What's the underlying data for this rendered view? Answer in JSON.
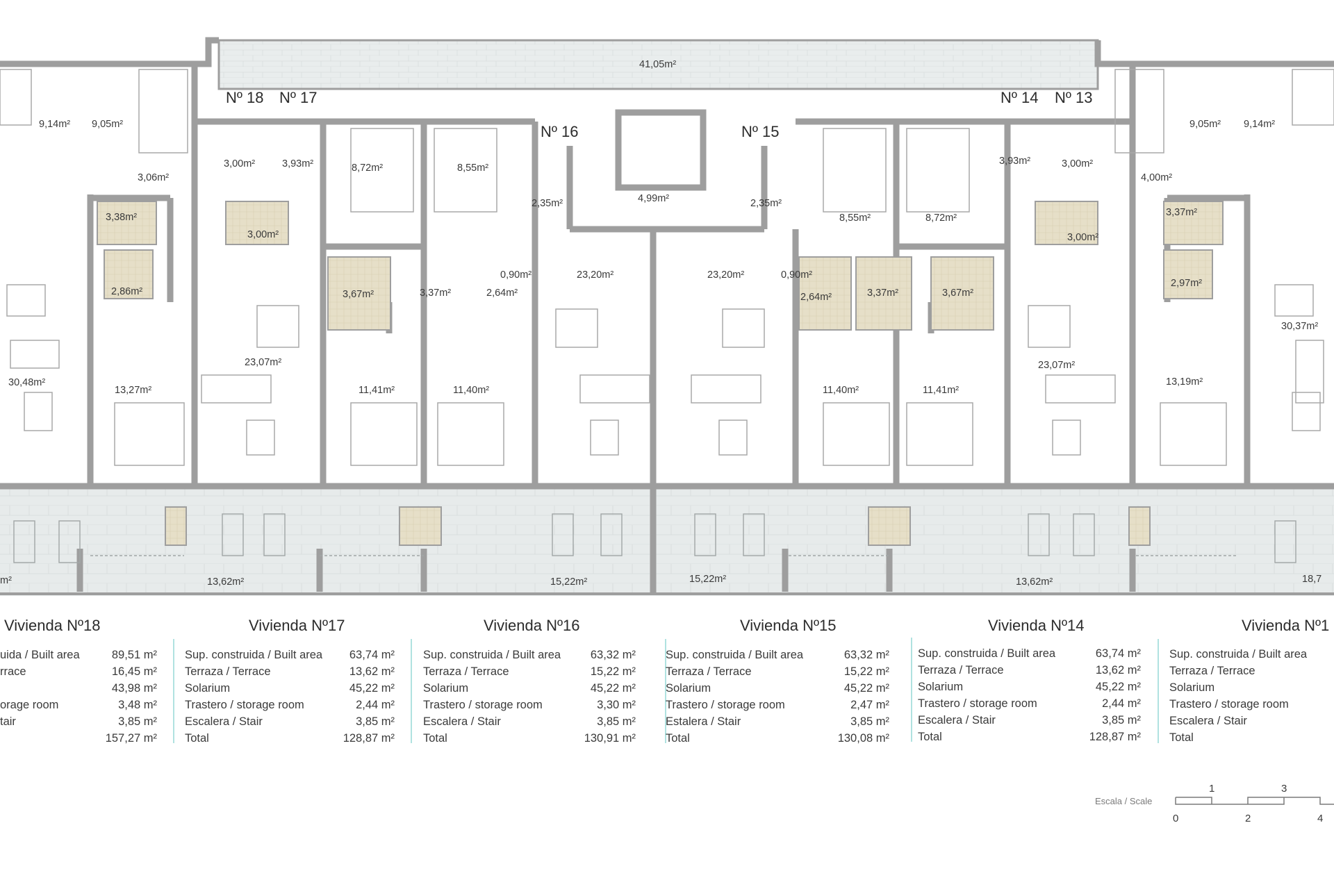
{
  "plan": {
    "solarium_top_area": "41,05m²",
    "unit_tags": [
      "Nº 18",
      "Nº 17",
      "Nº 16",
      "Nº 15",
      "Nº 14",
      "Nº 13"
    ],
    "room_areas": [
      "9,14m²",
      "9,05m²",
      "3,06m²",
      "3,00m²",
      "3,93m²",
      "3,38m²",
      "2,86m²",
      "30,48m²",
      "13,27m²",
      "3,00m²",
      "23,07m²",
      "8,72m²",
      "8,55m²",
      "3,67m²",
      "3,37m²",
      "2,64m²",
      "11,41m²",
      "11,40m²",
      "2,35m²",
      "0,90m²",
      "4,99m²",
      "23,20m²",
      "23,20m²",
      "2,35m²",
      "0,90m²",
      "8,55m²",
      "8,72m²",
      "2,64m²",
      "3,37m²",
      "3,67m²",
      "11,40m²",
      "11,41m²",
      "3,93m²",
      "3,00m²",
      "3,00m²",
      "23,07m²",
      "9,05m²",
      "9,14m²",
      "4,00m²",
      "3,37m²",
      "2,97m²",
      "30,37m²",
      "13,19m²"
    ],
    "terrace_areas": [
      "m²",
      "13,62m²",
      "15,22m²",
      "15,22m²",
      "13,62m²",
      "18,7"
    ]
  },
  "units": [
    {
      "title": "Vivienda Nº18",
      "rows": [
        {
          "label": "uida / Built area",
          "value": "89,51 m²"
        },
        {
          "label": "rrace",
          "value": "16,45 m²"
        },
        {
          "label": "",
          "value": "43,98 m²"
        },
        {
          "label": "orage room",
          "value": "3,48 m²"
        },
        {
          "label": "tair",
          "value": "3,85 m²"
        },
        {
          "label": "",
          "value": "157,27 m²"
        }
      ]
    },
    {
      "title": "Vivienda Nº17",
      "rows": [
        {
          "label": "Sup. construida / Built area",
          "value": "63,74 m²"
        },
        {
          "label": "Terraza / Terrace",
          "value": "13,62 m²"
        },
        {
          "label": "Solarium",
          "value": "45,22 m²"
        },
        {
          "label": "Trastero / storage room",
          "value": "2,44 m²"
        },
        {
          "label": "Escalera / Stair",
          "value": "3,85 m²"
        },
        {
          "label": "Total",
          "value": "128,87 m²"
        }
      ]
    },
    {
      "title": "Vivienda Nº16",
      "rows": [
        {
          "label": "Sup. construida / Built area",
          "value": "63,32 m²"
        },
        {
          "label": "Terraza / Terrace",
          "value": "15,22 m²"
        },
        {
          "label": "Solarium",
          "value": "45,22 m²"
        },
        {
          "label": "Trastero / storage room",
          "value": "3,30 m²"
        },
        {
          "label": "Escalera / Stair",
          "value": "3,85 m²"
        },
        {
          "label": "Total",
          "value": "130,91 m²"
        }
      ]
    },
    {
      "title": "Vivienda Nº15",
      "rows": [
        {
          "label": "Sup. construida / Built area",
          "value": "63,32 m²"
        },
        {
          "label": "Terraza / Terrace",
          "value": "15,22 m²"
        },
        {
          "label": "Solarium",
          "value": "45,22 m²"
        },
        {
          "label": "Trastero / storage room",
          "value": "2,47 m²"
        },
        {
          "label": "Estalera / Stair",
          "value": "3,85 m²"
        },
        {
          "label": "Total",
          "value": "130,08 m²"
        }
      ]
    },
    {
      "title": "Vivienda Nº14",
      "rows": [
        {
          "label": "Sup. construida / Built area",
          "value": "63,74 m²"
        },
        {
          "label": "Terraza / Terrace",
          "value": "13,62 m²"
        },
        {
          "label": "Solarium",
          "value": "45,22 m²"
        },
        {
          "label": "Trastero / storage room",
          "value": "2,44 m²"
        },
        {
          "label": "Escalera / Stair",
          "value": "3,85 m²"
        },
        {
          "label": "Total",
          "value": "128,87 m²"
        }
      ]
    },
    {
      "title": "Vivienda Nº1",
      "rows": [
        {
          "label": "Sup. construida / Built area",
          "value": ""
        },
        {
          "label": "Terraza / Terrace",
          "value": ""
        },
        {
          "label": "Solarium",
          "value": ""
        },
        {
          "label": "Trastero / storage room",
          "value": ""
        },
        {
          "label": "Escalera / Stair",
          "value": ""
        },
        {
          "label": "Total",
          "value": ""
        }
      ]
    }
  ],
  "scale": {
    "label": "Escala / Scale",
    "ticks_top": [
      "1",
      "3"
    ],
    "ticks_bottom": [
      "0",
      "2",
      "4"
    ]
  },
  "colors": {
    "wall": "#9e9e9e",
    "wall_dark": "#8a8a8a",
    "floor": "#ffffff",
    "terrace": "#e7ebeb",
    "wet_room": "#e6dfc8",
    "separator": "#8fd6d2",
    "text": "#2b2b2b"
  }
}
